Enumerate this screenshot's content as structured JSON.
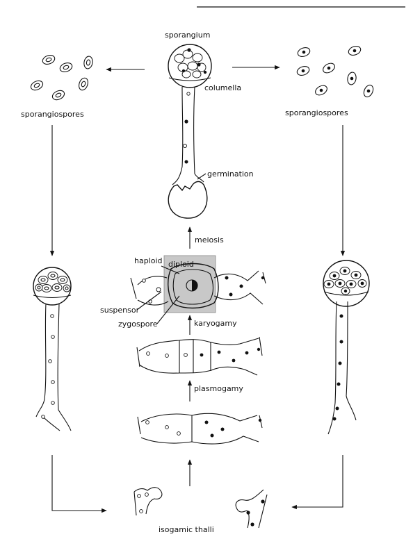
{
  "labels": {
    "sporangium": "sporangium",
    "columella": "columella",
    "sporangiospores_left": "sporangiospores",
    "sporangiospores_right": "sporangiospores",
    "germination": "germination",
    "meiosis": "meiosis",
    "haploid": "haploid",
    "diploid": "diploid",
    "suspensor": "suspensor",
    "zygospore": "zygospore",
    "karyogamy": "karyogamy",
    "plasmogamy": "plasmogamy",
    "isogamic_thalli": "isogamic thalli"
  }
}
